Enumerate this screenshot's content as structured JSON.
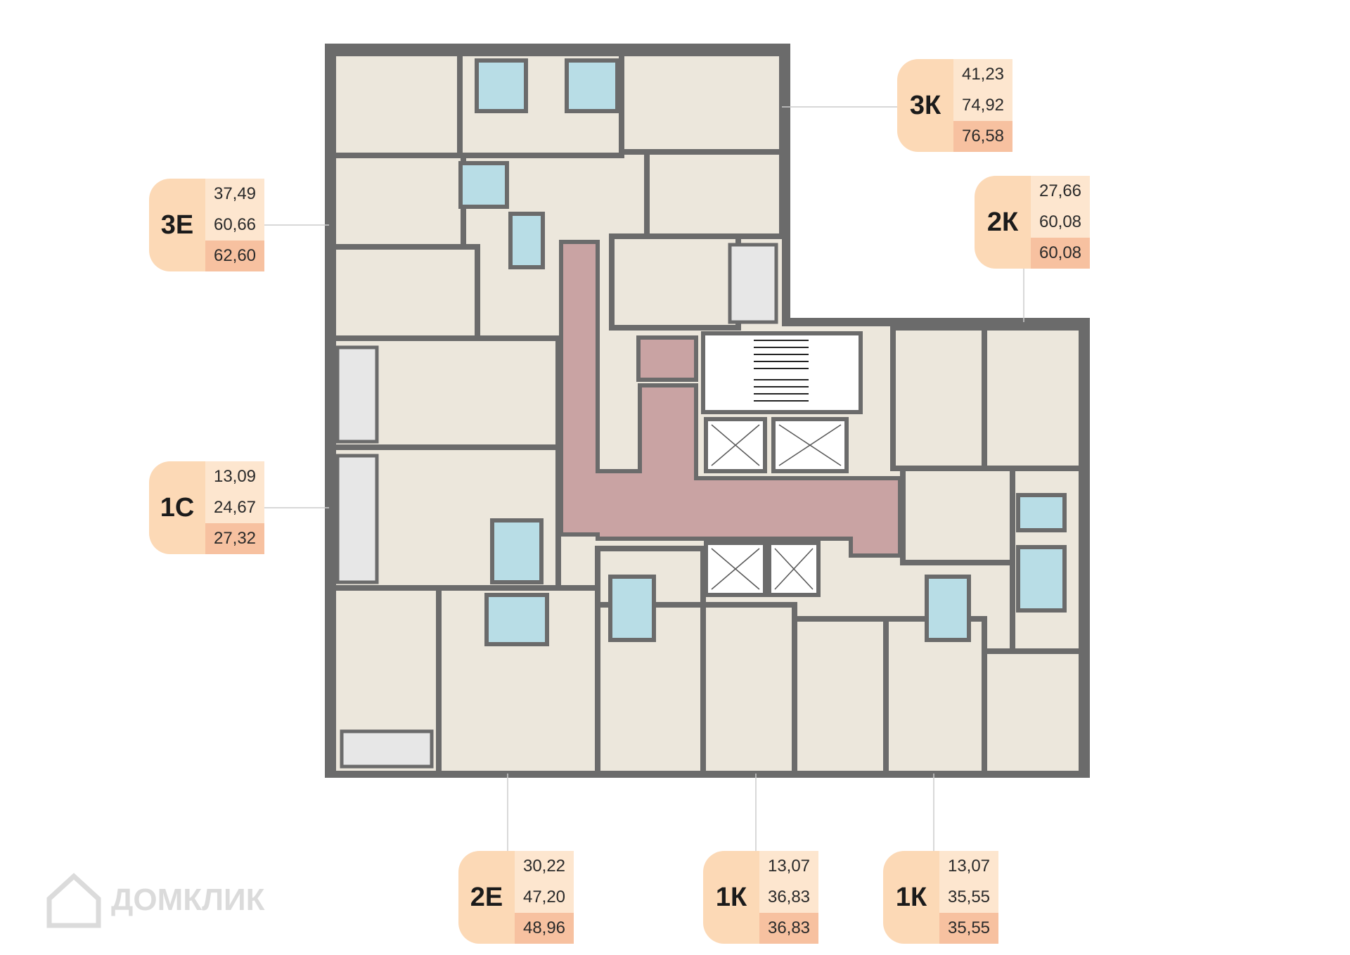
{
  "units": [
    {
      "code": "3К",
      "living": "41,23",
      "total": "74,92",
      "full": "76,58"
    },
    {
      "code": "3Е",
      "living": "37,49",
      "total": "60,66",
      "full": "62,60"
    },
    {
      "code": "2К",
      "living": "27,66",
      "total": "60,08",
      "full": "60,08"
    },
    {
      "code": "1С",
      "living": "13,09",
      "total": "24,67",
      "full": "27,32"
    },
    {
      "code": "2Е",
      "living": "30,22",
      "total": "47,20",
      "full": "48,96"
    },
    {
      "code": "1К",
      "living": "13,07",
      "total": "36,83",
      "full": "36,83"
    },
    {
      "code": "1К",
      "living": "13,07",
      "total": "35,55",
      "full": "35,55"
    }
  ],
  "watermark": {
    "text": "ДОМКЛИК"
  },
  "colors": {
    "wall": "#6b6b6b",
    "room_floor": "#ece7dc",
    "bathroom": "#b8dde6",
    "common_area": "#c9a3a3",
    "tag_code": "#fcd9b6",
    "tag_value": "#fde6cf",
    "tag_full": "#f7c1a0"
  }
}
